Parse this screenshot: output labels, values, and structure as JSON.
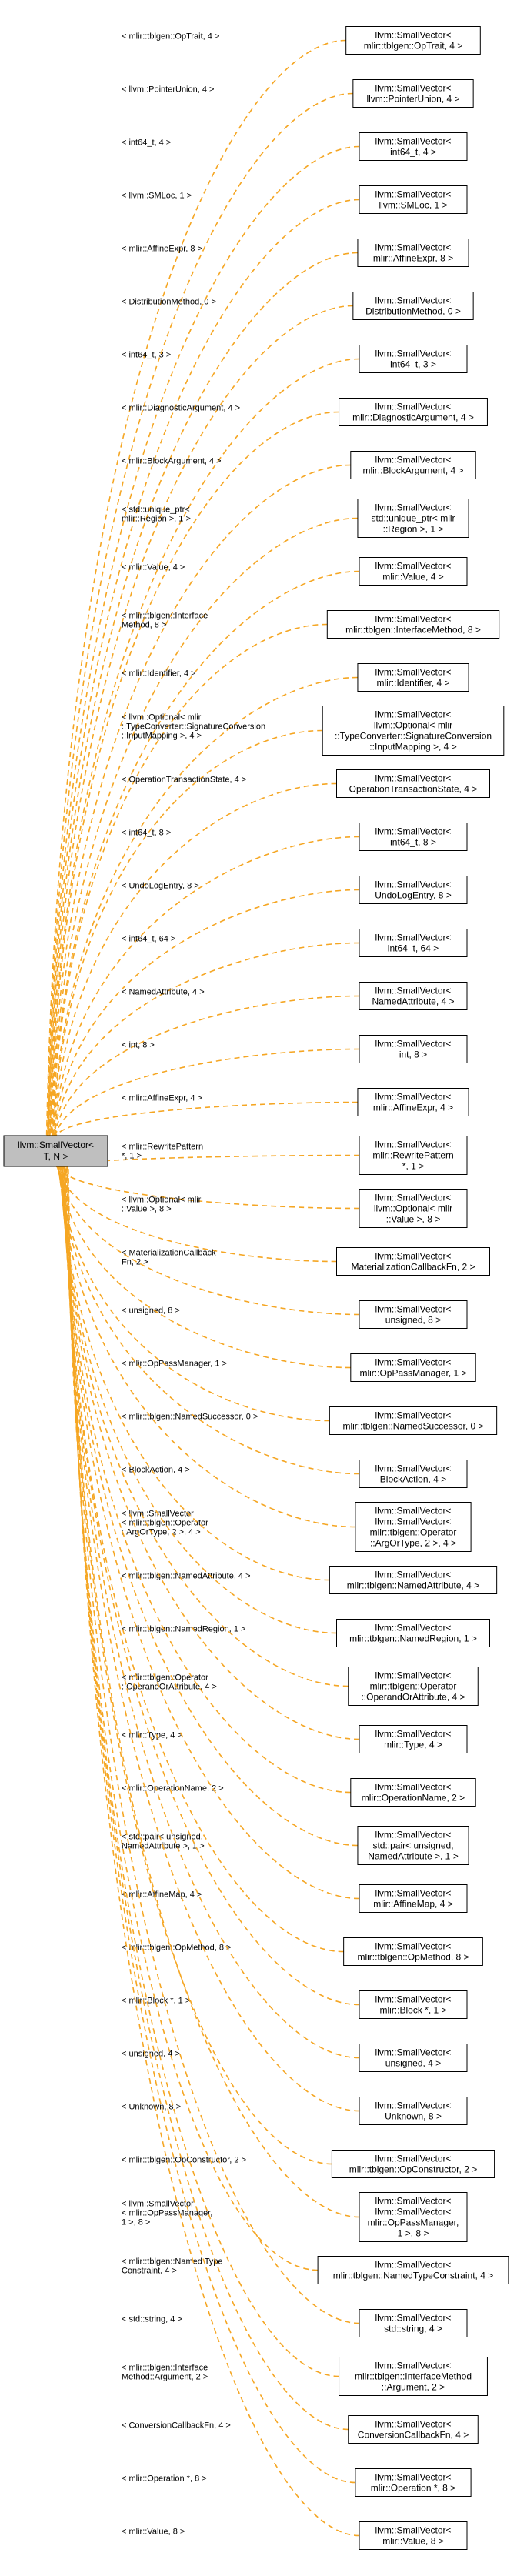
{
  "root": {
    "lines": [
      "llvm::SmallVector<",
      "T, N >"
    ]
  },
  "accent_color": "#f5a623",
  "nodes": [
    {
      "lines": [
        "llvm::SmallVector<",
        "mlir::tblgen::OpTrait, 4 >"
      ],
      "edge_label": [
        "< mlir::tblgen::OpTrait, 4 >"
      ]
    },
    {
      "lines": [
        "llvm::SmallVector<",
        "llvm::PointerUnion, 4 >"
      ],
      "edge_label": [
        "< llvm::PointerUnion, 4 >"
      ]
    },
    {
      "lines": [
        "llvm::SmallVector<",
        "int64_t, 4 >"
      ],
      "edge_label": [
        "< int64_t, 4 >"
      ]
    },
    {
      "lines": [
        "llvm::SmallVector<",
        "llvm::SMLoc, 1 >"
      ],
      "edge_label": [
        "< llvm::SMLoc, 1 >"
      ]
    },
    {
      "lines": [
        "llvm::SmallVector<",
        "mlir::AffineExpr, 8 >"
      ],
      "edge_label": [
        "< mlir::AffineExpr, 8 >"
      ]
    },
    {
      "lines": [
        "llvm::SmallVector<",
        "DistributionMethod, 0 >"
      ],
      "edge_label": [
        "< DistributionMethod, 0 >"
      ]
    },
    {
      "lines": [
        "llvm::SmallVector<",
        "int64_t, 3 >"
      ],
      "edge_label": [
        "< int64_t, 3 >"
      ]
    },
    {
      "lines": [
        "llvm::SmallVector<",
        "mlir::DiagnosticArgument, 4 >"
      ],
      "edge_label": [
        "< mlir::DiagnosticArgument, 4 >"
      ]
    },
    {
      "lines": [
        "llvm::SmallVector<",
        "mlir::BlockArgument, 4 >"
      ],
      "edge_label": [
        "< mlir::BlockArgument, 4 >"
      ]
    },
    {
      "lines": [
        "llvm::SmallVector<",
        "std::unique_ptr< mlir",
        "::Region >, 1 >"
      ],
      "edge_label": [
        "< std::unique_ptr<",
        "mlir::Region >, 1 >"
      ]
    },
    {
      "lines": [
        "llvm::SmallVector<",
        "mlir::Value, 4 >"
      ],
      "edge_label": [
        "< mlir::Value, 4 >"
      ]
    },
    {
      "lines": [
        "llvm::SmallVector<",
        "mlir::tblgen::InterfaceMethod, 8 >"
      ],
      "edge_label": [
        "< mlir::tblgen::Interface",
        "Method, 8 >"
      ]
    },
    {
      "lines": [
        "llvm::SmallVector<",
        "mlir::Identifier, 4 >"
      ],
      "edge_label": [
        "< mlir::Identifier, 4 >"
      ]
    },
    {
      "lines": [
        "llvm::SmallVector<",
        "llvm::Optional< mlir",
        "::TypeConverter::SignatureConversion",
        "::InputMapping >, 4 >"
      ],
      "edge_label": [
        "< llvm::Optional< mlir",
        "::TypeConverter::SignatureConversion",
        "::InputMapping >, 4 >"
      ]
    },
    {
      "lines": [
        "llvm::SmallVector<",
        "OperationTransactionState, 4 >"
      ],
      "edge_label": [
        "< OperationTransactionState, 4 >"
      ]
    },
    {
      "lines": [
        "llvm::SmallVector<",
        "int64_t, 8 >"
      ],
      "edge_label": [
        "< int64_t, 8 >"
      ]
    },
    {
      "lines": [
        "llvm::SmallVector<",
        "UndoLogEntry, 8 >"
      ],
      "edge_label": [
        "< UndoLogEntry, 8 >"
      ]
    },
    {
      "lines": [
        "llvm::SmallVector<",
        "int64_t, 64 >"
      ],
      "edge_label": [
        "< int64_t, 64 >"
      ]
    },
    {
      "lines": [
        "llvm::SmallVector<",
        "NamedAttribute, 4 >"
      ],
      "edge_label": [
        "< NamedAttribute, 4 >"
      ]
    },
    {
      "lines": [
        "llvm::SmallVector<",
        "int, 8 >"
      ],
      "edge_label": [
        "< int, 8 >"
      ]
    },
    {
      "lines": [
        "llvm::SmallVector<",
        "mlir::AffineExpr, 4 >"
      ],
      "edge_label": [
        "< mlir::AffineExpr, 4 >"
      ]
    },
    {
      "lines": [
        "llvm::SmallVector<",
        "mlir::RewritePattern",
        " *, 1 >"
      ],
      "edge_label": [
        "< mlir::RewritePattern",
        " *, 1 >"
      ]
    },
    {
      "lines": [
        "llvm::SmallVector<",
        "llvm::Optional< mlir",
        "::Value >, 8 >"
      ],
      "edge_label": [
        "< llvm::Optional< mlir",
        "::Value >, 8 >"
      ]
    },
    {
      "lines": [
        "llvm::SmallVector<",
        "MaterializationCallbackFn, 2 >"
      ],
      "edge_label": [
        "< MaterializationCallback",
        "Fn, 2 >"
      ]
    },
    {
      "lines": [
        "llvm::SmallVector<",
        "unsigned, 8 >"
      ],
      "edge_label": [
        "< unsigned, 8 >"
      ]
    },
    {
      "lines": [
        "llvm::SmallVector<",
        "mlir::OpPassManager, 1 >"
      ],
      "edge_label": [
        "< mlir::OpPassManager, 1 >"
      ]
    },
    {
      "lines": [
        "llvm::SmallVector<",
        "mlir::tblgen::NamedSuccessor, 0 >"
      ],
      "edge_label": [
        "< mlir::tblgen::NamedSuccessor, 0 >"
      ]
    },
    {
      "lines": [
        "llvm::SmallVector<",
        "BlockAction, 4 >"
      ],
      "edge_label": [
        "< BlockAction, 4 >"
      ]
    },
    {
      "lines": [
        "llvm::SmallVector<",
        "llvm::SmallVector<",
        "mlir::tblgen::Operator",
        "::ArgOrType, 2 >, 4 >"
      ],
      "edge_label": [
        "< llvm::SmallVector",
        "< mlir::tblgen::Operator",
        "::ArgOrType, 2 >, 4 >"
      ]
    },
    {
      "lines": [
        "llvm::SmallVector<",
        "mlir::tblgen::NamedAttribute, 4 >"
      ],
      "edge_label": [
        "< mlir::tblgen::NamedAttribute, 4 >"
      ]
    },
    {
      "lines": [
        "llvm::SmallVector<",
        "mlir::tblgen::NamedRegion, 1 >"
      ],
      "edge_label": [
        "< mlir::tblgen::NamedRegion, 1 >"
      ]
    },
    {
      "lines": [
        "llvm::SmallVector<",
        "mlir::tblgen::Operator",
        "::OperandOrAttribute, 4 >"
      ],
      "edge_label": [
        "< mlir::tblgen::Operator",
        "::OperandOrAttribute, 4 >"
      ]
    },
    {
      "lines": [
        "llvm::SmallVector<",
        "mlir::Type, 4 >"
      ],
      "edge_label": [
        "< mlir::Type, 4 >"
      ]
    },
    {
      "lines": [
        "llvm::SmallVector<",
        "mlir::OperationName, 2 >"
      ],
      "edge_label": [
        "< mlir::OperationName, 2 >"
      ]
    },
    {
      "lines": [
        "llvm::SmallVector<",
        "std::pair< unsigned,",
        "NamedAttribute >, 1 >"
      ],
      "edge_label": [
        "< std::pair< unsigned,",
        "NamedAttribute >, 1 >"
      ]
    },
    {
      "lines": [
        "llvm::SmallVector<",
        "mlir::AffineMap, 4 >"
      ],
      "edge_label": [
        "< mlir::AffineMap, 4 >"
      ]
    },
    {
      "lines": [
        "llvm::SmallVector<",
        "mlir::tblgen::OpMethod, 8 >"
      ],
      "edge_label": [
        "< mlir::tblgen::OpMethod, 8 >"
      ]
    },
    {
      "lines": [
        "llvm::SmallVector<",
        "mlir::Block *, 1 >"
      ],
      "edge_label": [
        "< mlir::Block *, 1 >"
      ]
    },
    {
      "lines": [
        "llvm::SmallVector<",
        "unsigned, 4 >"
      ],
      "edge_label": [
        "< unsigned, 4 >"
      ]
    },
    {
      "lines": [
        "llvm::SmallVector<",
        "Unknown, 8 >"
      ],
      "edge_label": [
        "< Unknown, 8 >"
      ]
    },
    {
      "lines": [
        "llvm::SmallVector<",
        "mlir::tblgen::OpConstructor, 2 >"
      ],
      "edge_label": [
        "< mlir::tblgen::OpConstructor, 2 >"
      ]
    },
    {
      "lines": [
        "llvm::SmallVector<",
        "llvm::SmallVector<",
        "mlir::OpPassManager,",
        "1 >, 8 >"
      ],
      "edge_label": [
        "< llvm::SmallVector",
        "< mlir::OpPassManager,",
        "1 >, 8 >"
      ]
    },
    {
      "lines": [
        "llvm::SmallVector<",
        "mlir::tblgen::NamedTypeConstraint, 4 >"
      ],
      "edge_label": [
        "< mlir::tblgen::Named Type",
        "Constraint, 4 >"
      ]
    },
    {
      "lines": [
        "llvm::SmallVector<",
        "std::string, 4 >"
      ],
      "edge_label": [
        "< std::string, 4 >"
      ]
    },
    {
      "lines": [
        "llvm::SmallVector<",
        "mlir::tblgen::InterfaceMethod",
        "::Argument, 2 >"
      ],
      "edge_label": [
        "< mlir::tblgen::Interface",
        "Method::Argument, 2 >"
      ]
    },
    {
      "lines": [
        "llvm::SmallVector<",
        "ConversionCallbackFn, 4 >"
      ],
      "edge_label": [
        "< ConversionCallbackFn, 4 >"
      ]
    },
    {
      "lines": [
        "llvm::SmallVector<",
        "mlir::Operation *, 8 >"
      ],
      "edge_label": [
        "< mlir::Operation *, 8 >"
      ]
    },
    {
      "lines": [
        "llvm::SmallVector<",
        "mlir::Value, 8 >"
      ],
      "edge_label": [
        "< mlir::Value, 8 >"
      ]
    }
  ]
}
